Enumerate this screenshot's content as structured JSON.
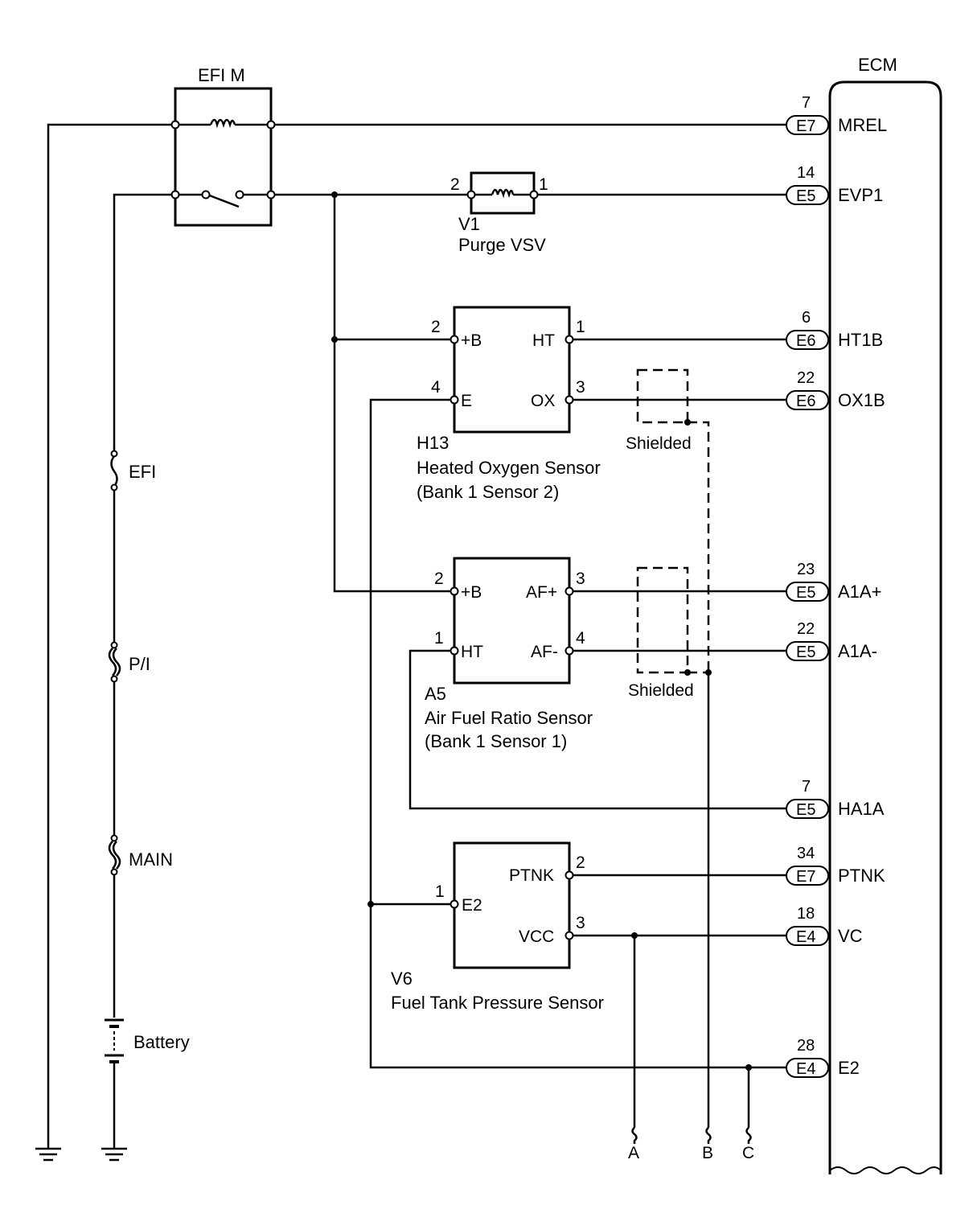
{
  "ecm": {
    "title": "ECM"
  },
  "relay": {
    "label": "EFI M"
  },
  "fuses": [
    {
      "label": "EFI"
    },
    {
      "label": "P/I"
    },
    {
      "label": "MAIN"
    }
  ],
  "battery": {
    "label": "Battery"
  },
  "purge_vsv": {
    "code": "V1",
    "name": "Purge VSV",
    "pin_left": "2",
    "pin_right": "1"
  },
  "h13": {
    "code": "H13",
    "name": "Heated Oxygen Sensor",
    "sub": "(Bank 1 Sensor 2)",
    "pins": [
      {
        "num": "2",
        "label": "+B"
      },
      {
        "num": "4",
        "label": "E"
      },
      {
        "num": "1",
        "label": "HT"
      },
      {
        "num": "3",
        "label": "OX"
      }
    ]
  },
  "a5": {
    "code": "A5",
    "name": "Air Fuel Ratio Sensor",
    "sub": "(Bank 1 Sensor 1)",
    "pins": [
      {
        "num": "2",
        "label": "+B"
      },
      {
        "num": "1",
        "label": "HT"
      },
      {
        "num": "3",
        "label": "AF+"
      },
      {
        "num": "4",
        "label": "AF-"
      }
    ]
  },
  "v6": {
    "code": "V6",
    "name": "Fuel Tank Pressure Sensor",
    "pins": [
      {
        "num": "1",
        "label": "E2"
      },
      {
        "num": "2",
        "label": "PTNK"
      },
      {
        "num": "3",
        "label": "VCC"
      }
    ]
  },
  "shielded": [
    "Shielded",
    "Shielded"
  ],
  "ecm_terminals": [
    {
      "pin": "7",
      "connector": "E7",
      "signal": "MREL"
    },
    {
      "pin": "14",
      "connector": "E5",
      "signal": "EVP1"
    },
    {
      "pin": "6",
      "connector": "E6",
      "signal": "HT1B"
    },
    {
      "pin": "22",
      "connector": "E6",
      "signal": "OX1B"
    },
    {
      "pin": "23",
      "connector": "E5",
      "signal": "A1A+"
    },
    {
      "pin": "22",
      "connector": "E5",
      "signal": "A1A-"
    },
    {
      "pin": "7",
      "connector": "E5",
      "signal": "HA1A"
    },
    {
      "pin": "34",
      "connector": "E7",
      "signal": "PTNK"
    },
    {
      "pin": "18",
      "connector": "E4",
      "signal": "VC"
    },
    {
      "pin": "28",
      "connector": "E4",
      "signal": "E2"
    }
  ],
  "grounds": [
    "A",
    "B",
    "C"
  ]
}
